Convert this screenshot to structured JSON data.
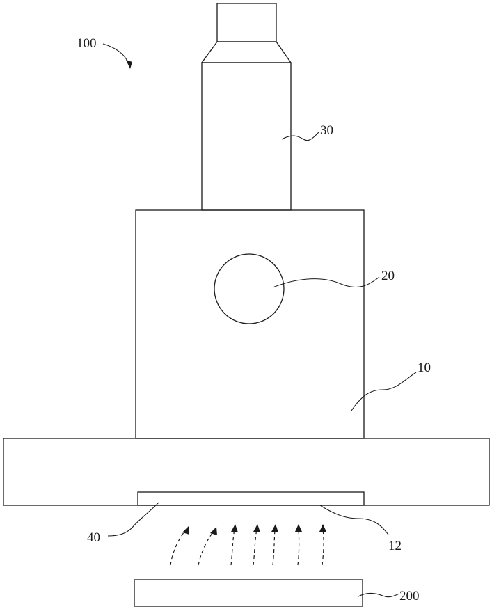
{
  "labels": {
    "assembly": "100",
    "body": "10",
    "bottom_face": "12",
    "circle_part": "20",
    "top_column": "30",
    "bottom_plate": "40",
    "target_plate": "200"
  },
  "flow_arrow_count": 7
}
